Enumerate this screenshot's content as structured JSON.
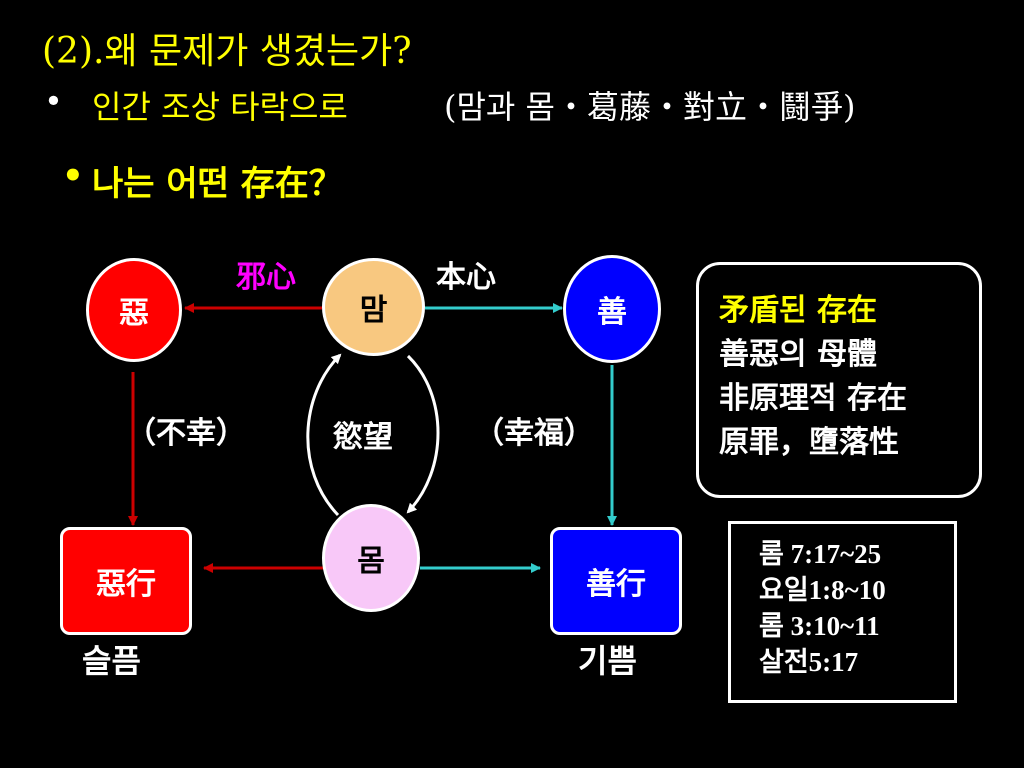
{
  "title": "(2).왜 문제가 생겼는가?",
  "bullet1": {
    "marker": "•",
    "yellow_text": "인간 조상 타락으로",
    "white_text": "(맘과 몸・葛藤・對立・鬪爭)"
  },
  "bullet2": {
    "marker": "•",
    "text": "나는 어떤 存在？"
  },
  "diagram": {
    "evil_node": "惡",
    "mind_node": "맘",
    "good_node": "善",
    "body_node": "몸",
    "evil_deed_node": "惡行",
    "good_deed_node": "善行",
    "evil_mind_label": "邪心",
    "original_mind_label": "本心",
    "desire_label": "慾望",
    "unhappiness_label": "（不幸）",
    "happiness_label": "（幸福）",
    "sorrow_label": "슬픔",
    "joy_label": "기쁨"
  },
  "info_box": {
    "lines": [
      "矛盾된 存在",
      "善惡의 母體",
      "非原理적 存在",
      "原罪，墮落性"
    ]
  },
  "references": [
    "롬 7:17~25",
    "요일1:8~10",
    "롬 3:10~11",
    "살전5:17"
  ],
  "colors": {
    "accent_yellow": "#ffff00",
    "evil_red": "#ff0000",
    "good_blue": "#0000ff",
    "mind_orange": "#f8c880",
    "body_pink": "#f8c8f8",
    "evil_arrow": "#cc0000",
    "good_arrow": "#33cccc"
  }
}
